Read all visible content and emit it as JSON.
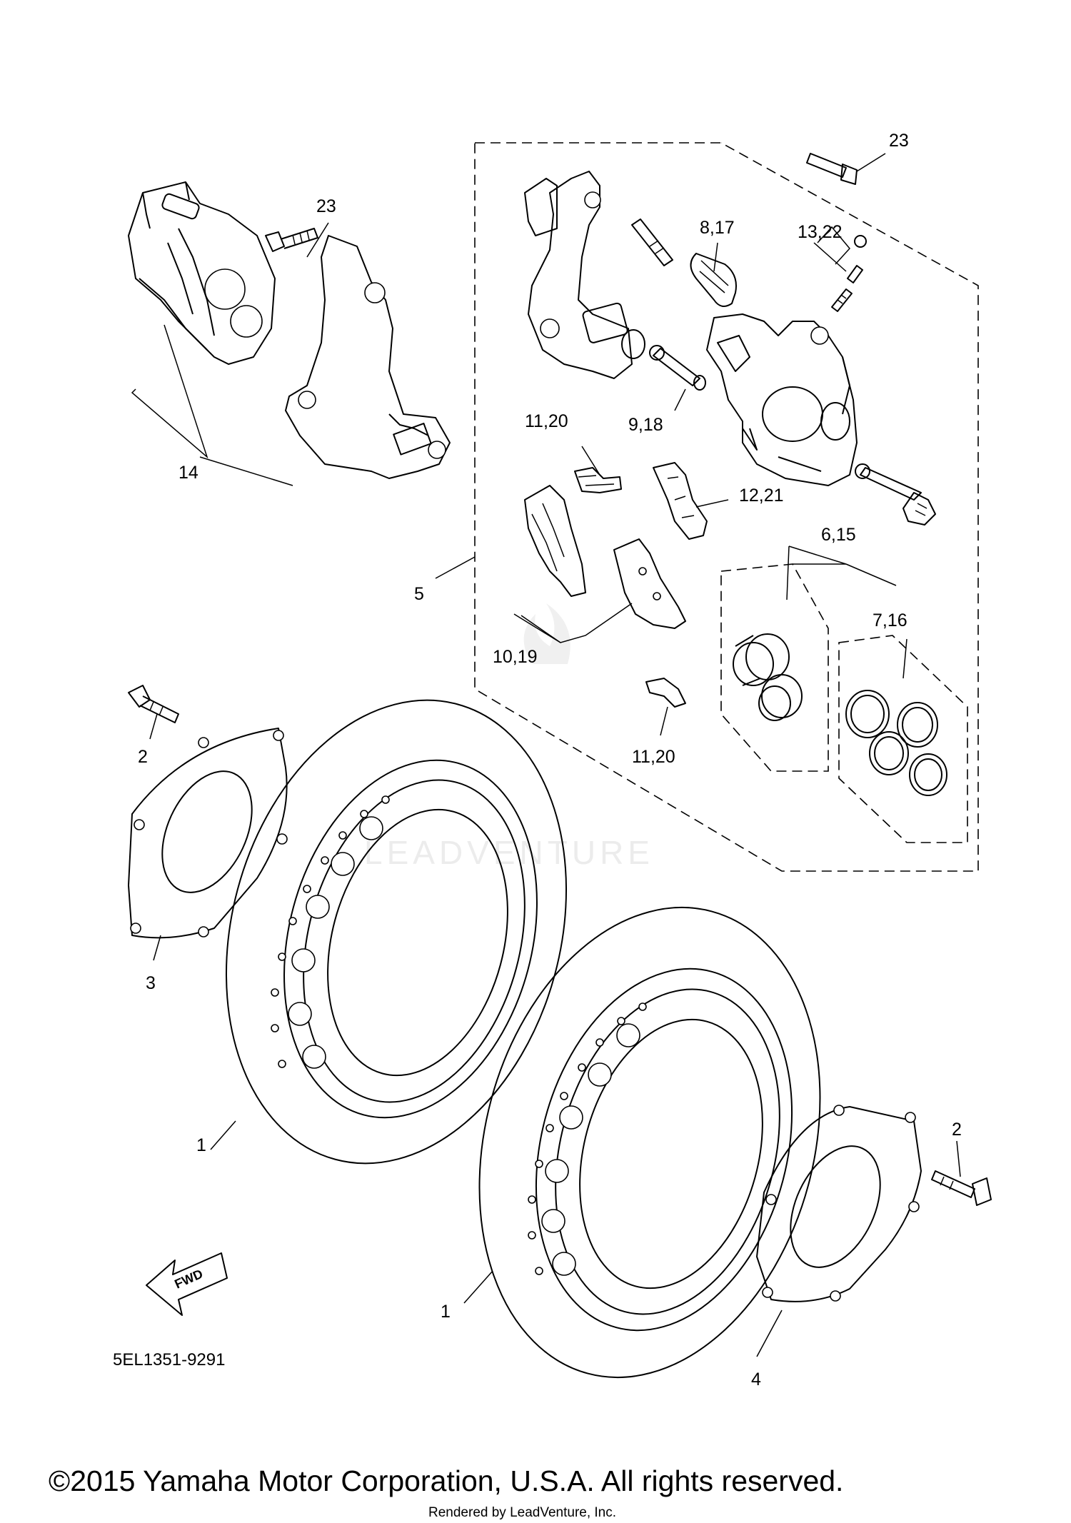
{
  "labels": {
    "l1a": "1",
    "l1b": "1",
    "l2a": "2",
    "l2b": "2",
    "l3": "3",
    "l4": "4",
    "l5": "5",
    "l6_15": "6,15",
    "l7_16": "7,16",
    "l8_17": "8,17",
    "l9_18": "9,18",
    "l10_19": "10,19",
    "l11_20a": "11,20",
    "l11_20b": "11,20",
    "l12_21": "12,21",
    "l13_22": "13,22",
    "l14": "14",
    "l23a": "23",
    "l23b": "23"
  },
  "direction_badge": "FWD",
  "diagram_code": "5EL1351-9291",
  "copyright": "©2015 Yamaha Motor Corporation, U.S.A. All rights reserved.",
  "rendered_by": "Rendered by LeadVenture, Inc.",
  "watermark": "LEADVENTURE"
}
